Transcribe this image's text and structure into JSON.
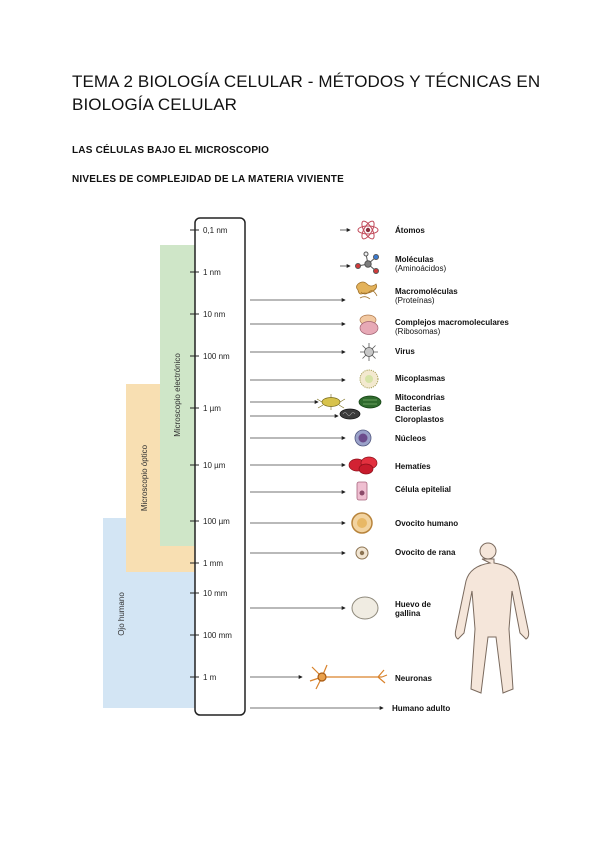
{
  "document": {
    "title": "TEMA 2 BIOLOGÍA CELULAR - MÉTODOS Y TÉCNICAS EN BIOLOGÍA CELULAR",
    "heading1": "LAS CÉLULAS BAJO EL MICROSCOPIO",
    "heading2": "NIVELES DE COMPLEJIDAD DE LA MATERIA VIVIENTE"
  },
  "figure": {
    "scale_ticks": [
      "0,1 nm",
      "1 nm",
      "10 nm",
      "100 nm",
      "1 µm",
      "10 µm",
      "100 µm",
      "1 mm",
      "10 mm",
      "100 mm",
      "1 m"
    ],
    "bands": {
      "electron": "Microscopio electrónico",
      "optical": "Microscopio óptico",
      "eye": "Ojo humano"
    },
    "band_colors": {
      "electron": "#cfe6c8",
      "optical": "#f8dfb2",
      "eye": "#d3e5f4"
    },
    "items": [
      {
        "label": "Átomos",
        "sub": "",
        "icon": "atom-icon"
      },
      {
        "label": "Moléculas",
        "sub": "(Aminoácidos)",
        "icon": "molecule-icon"
      },
      {
        "label": "Macromoléculas",
        "sub": "(Proteínas)",
        "icon": "protein-icon"
      },
      {
        "label": "Complejos macromoleculares",
        "sub": "(Ribosomas)",
        "icon": "ribosome-icon"
      },
      {
        "label": "Virus",
        "sub": "",
        "icon": "virus-icon"
      },
      {
        "label": "Micoplasmas",
        "sub": "",
        "icon": "mycoplasma-icon"
      },
      {
        "label": "Mitocondrias",
        "sub": "",
        "icon": "mitochondria-icon"
      },
      {
        "label": "Bacterias",
        "sub": "",
        "icon": "bacteria-icon"
      },
      {
        "label": "Cloroplastos",
        "sub": "",
        "icon": "chloroplast-icon"
      },
      {
        "label": "Núcleos",
        "sub": "",
        "icon": "nucleus-icon"
      },
      {
        "label": "Hematíes",
        "sub": "",
        "icon": "red-blood-cell-icon"
      },
      {
        "label": "Célula epitelial",
        "sub": "",
        "icon": "epithelial-cell-icon"
      },
      {
        "label": "Ovocito humano",
        "sub": "",
        "icon": "human-oocyte-icon"
      },
      {
        "label": "Ovocito de rana",
        "sub": "",
        "icon": "frog-oocyte-icon"
      },
      {
        "label": "Huevo de",
        "sub": "gallina",
        "icon": "egg-icon"
      },
      {
        "label": "Neuronas",
        "sub": "",
        "icon": "neuron-icon"
      },
      {
        "label": "Humano adulto",
        "sub": "",
        "icon": "human-figure-icon"
      }
    ]
  }
}
